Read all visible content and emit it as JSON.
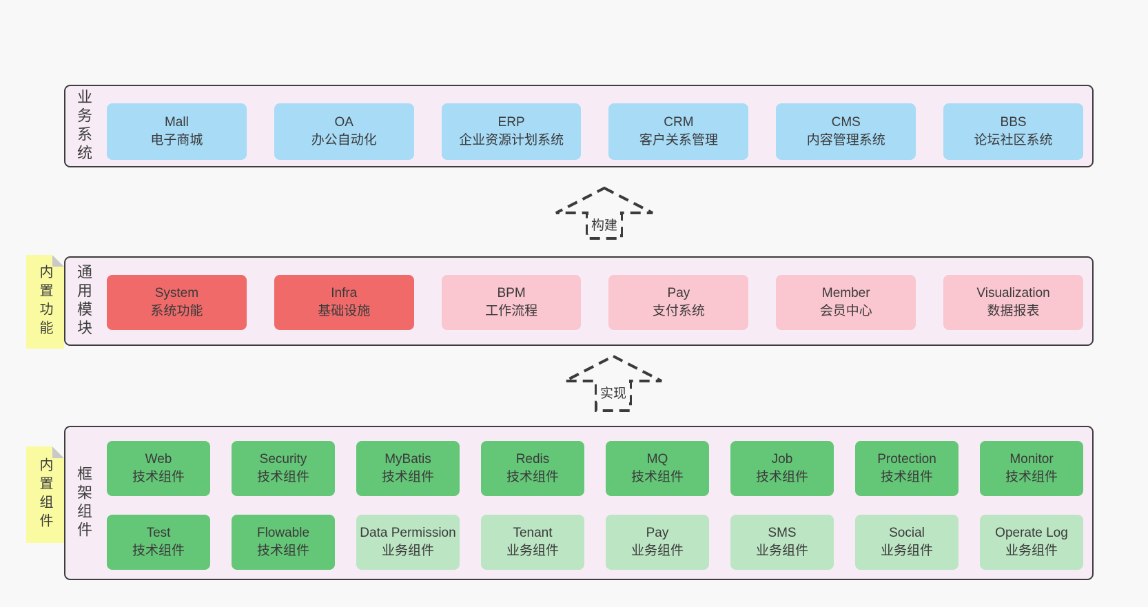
{
  "page": {
    "background": "#f8f8f8"
  },
  "colors": {
    "band_bg": "#f7ecf5",
    "band_border": "#3d3d3d",
    "box_blue": "#a7dbf6",
    "box_red": "#f06a6a",
    "box_pink": "#fac6cf",
    "box_green": "#64c677",
    "box_green_light": "#bce5c3",
    "sticky_yellow": "#fafaa0",
    "sticky_fold": "#c9c9c9",
    "text": "#3d3d3d"
  },
  "layers": {
    "business": {
      "label": "业务系统",
      "boxes": [
        {
          "name": "Mall",
          "desc": "电子商城"
        },
        {
          "name": "OA",
          "desc": "办公自动化"
        },
        {
          "name": "ERP",
          "desc": "企业资源计划系统"
        },
        {
          "name": "CRM",
          "desc": "客户关系管理"
        },
        {
          "name": "CMS",
          "desc": "内容管理系统"
        },
        {
          "name": "BBS",
          "desc": "论坛社区系统"
        }
      ]
    },
    "modules": {
      "label": "通用模块",
      "sticky": "内置功能",
      "boxes": [
        {
          "name": "System",
          "desc": "系统功能"
        },
        {
          "name": "Infra",
          "desc": "基础设施"
        },
        {
          "name": "BPM",
          "desc": "工作流程"
        },
        {
          "name": "Pay",
          "desc": "支付系统"
        },
        {
          "name": "Member",
          "desc": "会员中心"
        },
        {
          "name": "Visualization",
          "desc": "数据报表"
        }
      ]
    },
    "framework": {
      "label": "框架组件",
      "sticky": "内置组件",
      "row1": [
        {
          "name": "Web",
          "desc": "技术组件"
        },
        {
          "name": "Security",
          "desc": "技术组件"
        },
        {
          "name": "MyBatis",
          "desc": "技术组件"
        },
        {
          "name": "Redis",
          "desc": "技术组件"
        },
        {
          "name": "MQ",
          "desc": "技术组件"
        },
        {
          "name": "Job",
          "desc": "技术组件"
        },
        {
          "name": "Protection",
          "desc": "技术组件"
        },
        {
          "name": "Monitor",
          "desc": "技术组件"
        }
      ],
      "row2": [
        {
          "name": "Test",
          "desc": "技术组件"
        },
        {
          "name": "Flowable",
          "desc": "技术组件"
        },
        {
          "name": "Data Permission",
          "desc": "业务组件"
        },
        {
          "name": "Tenant",
          "desc": "业务组件"
        },
        {
          "name": "Pay",
          "desc": "业务组件"
        },
        {
          "name": "SMS",
          "desc": "业务组件"
        },
        {
          "name": "Social",
          "desc": "业务组件"
        },
        {
          "name": "Operate Log",
          "desc": "业务组件"
        }
      ]
    }
  },
  "arrows": {
    "build": "构建",
    "implement": "实现"
  }
}
